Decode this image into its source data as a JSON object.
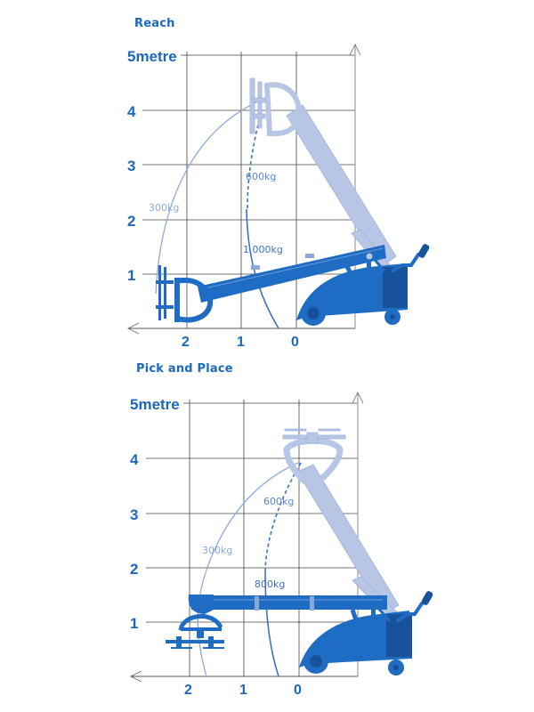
{
  "colors": {
    "text_blue": "#1c68bd",
    "machine_blue": "#1f6cc4",
    "machine_dark": "#17529a",
    "ghost_arm": "#b8c6e6",
    "curve_300": "#8ea8dc",
    "curve_heavy": "#3d72c4",
    "grid": "#333333",
    "axis": "#aaaaaa"
  },
  "chart_data": [
    {
      "type": "diagram",
      "title": "Reach",
      "y_axis": {
        "unit_label": "5metre",
        "ticks": [
          "5metre",
          "4",
          "3",
          "2",
          "1"
        ]
      },
      "x_axis": {
        "ticks": [
          "2",
          "1",
          "0"
        ]
      },
      "load_curves": [
        {
          "label": "300kg",
          "style": "light",
          "max_reach_m": 2.6
        },
        {
          "label": "600kg",
          "style": "dashed"
        },
        {
          "label": "1.000kg",
          "style": "solid"
        }
      ]
    },
    {
      "type": "diagram",
      "title": "Pick and Place",
      "y_axis": {
        "unit_label": "5metre",
        "ticks": [
          "5metre",
          "4",
          "3",
          "2",
          "1"
        ]
      },
      "x_axis": {
        "ticks": [
          "2",
          "1",
          "0"
        ]
      },
      "load_curves": [
        {
          "label": "300kg",
          "style": "light"
        },
        {
          "label": "600kg",
          "style": "dashed"
        },
        {
          "label": "800kg",
          "style": "solid"
        }
      ]
    }
  ],
  "reach": {
    "title": "Reach",
    "y_ticks": [
      "5metre",
      "4",
      "3",
      "2",
      "1"
    ],
    "x_ticks": [
      "2",
      "1",
      "0"
    ],
    "labels": {
      "l300": "300kg",
      "l600": "600kg",
      "l1000": "1.000kg"
    }
  },
  "pick": {
    "title": "Pick and Place",
    "y_ticks": [
      "5metre",
      "4",
      "3",
      "2",
      "1"
    ],
    "x_ticks": [
      "2",
      "1",
      "0"
    ],
    "labels": {
      "l300": "300kg",
      "l600": "600kg",
      "l800": "800kg"
    }
  }
}
